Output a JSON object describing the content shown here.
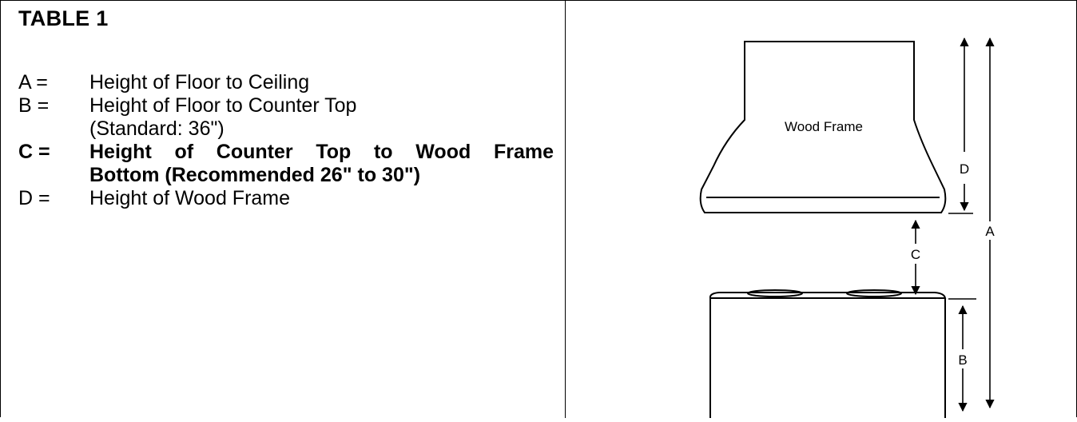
{
  "table": {
    "title": "TABLE 1",
    "definitions": [
      {
        "key": "A =",
        "lines": [
          "Height of Floor to Ceiling"
        ],
        "bold": false
      },
      {
        "key": "B =",
        "lines": [
          "Height of Floor to Counter Top",
          "(Standard: 36\")"
        ],
        "bold": false
      },
      {
        "key": "C =",
        "lines": [
          "Height of Counter Top to Wood Frame",
          "Bottom (Recommended 26\" to 30\")"
        ],
        "bold": true
      },
      {
        "key": "D =",
        "lines": [
          "Height of Wood Frame"
        ],
        "bold": false
      }
    ]
  },
  "diagram": {
    "frame_label": "Wood Frame",
    "dim_labels": {
      "a": "A",
      "b": "B",
      "c": "C",
      "d": "D"
    }
  }
}
